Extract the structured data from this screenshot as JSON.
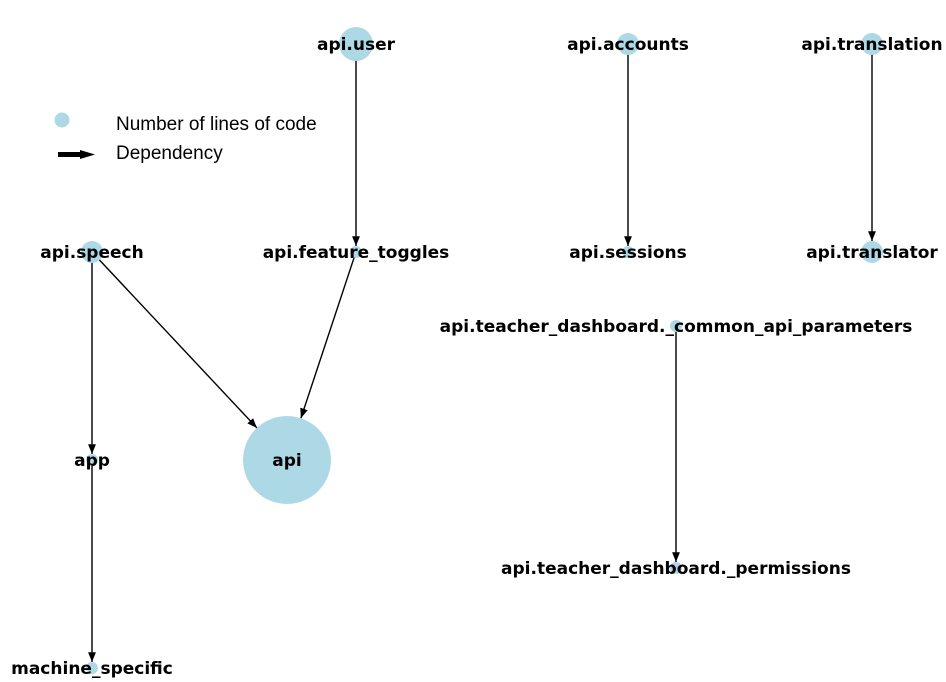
{
  "legend": {
    "node_label": "Number of lines of code",
    "edge_label": "Dependency"
  },
  "colors": {
    "node": "#add8e6",
    "edge": "#000000",
    "background": "#ffffff"
  },
  "nodes": [
    {
      "id": "api.user",
      "label": "api.user",
      "size": "medium"
    },
    {
      "id": "api.accounts",
      "label": "api.accounts",
      "size": "small"
    },
    {
      "id": "api.translation",
      "label": "api.translation",
      "size": "small"
    },
    {
      "id": "api.speech",
      "label": "api.speech",
      "size": "small"
    },
    {
      "id": "api.feature_toggles",
      "label": "api.feature_toggles",
      "size": "tiny"
    },
    {
      "id": "api.sessions",
      "label": "api.sessions",
      "size": "tiny"
    },
    {
      "id": "api.translator",
      "label": "api.translator",
      "size": "small"
    },
    {
      "id": "api.teacher_dashboard._common_api_parameters",
      "label": "api.teacher_dashboard._common_api_parameters",
      "size": "tiny"
    },
    {
      "id": "app",
      "label": "app",
      "size": "tiny"
    },
    {
      "id": "api",
      "label": "api",
      "size": "large"
    },
    {
      "id": "api.teacher_dashboard._permissions",
      "label": "api.teacher_dashboard._permissions",
      "size": "tiny"
    },
    {
      "id": "machine_specific",
      "label": "machine_specific",
      "size": "tiny"
    }
  ],
  "edges": [
    {
      "from": "api.user",
      "to": "api.feature_toggles"
    },
    {
      "from": "api.accounts",
      "to": "api.sessions"
    },
    {
      "from": "api.translation",
      "to": "api.translator"
    },
    {
      "from": "api.speech",
      "to": "app"
    },
    {
      "from": "api.speech",
      "to": "api"
    },
    {
      "from": "api.feature_toggles",
      "to": "api"
    },
    {
      "from": "app",
      "to": "machine_specific"
    },
    {
      "from": "api.teacher_dashboard._common_api_parameters",
      "to": "api.teacher_dashboard._permissions"
    }
  ]
}
